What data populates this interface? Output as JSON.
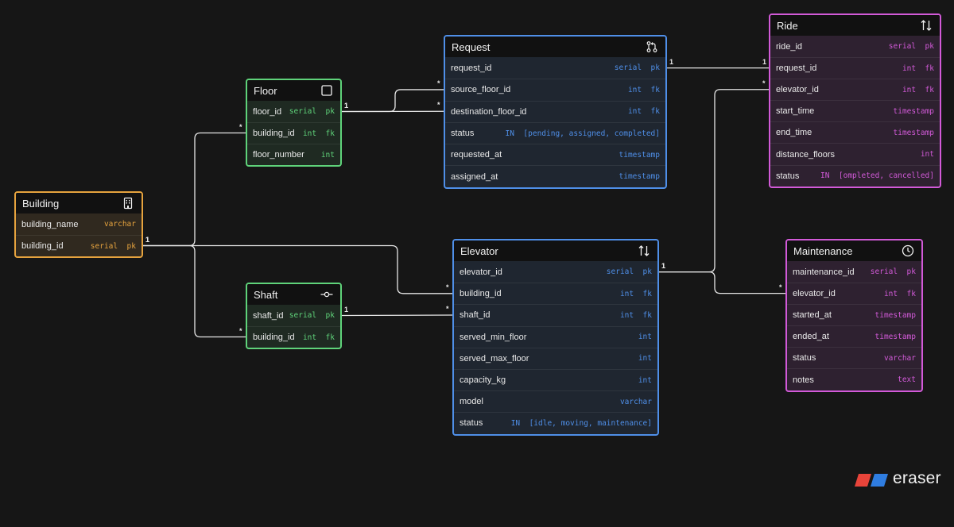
{
  "entities": [
    {
      "id": "building",
      "title": "Building",
      "icon": "building-icon",
      "accent": "#e6a33e",
      "body": "#30291f",
      "columns": [
        {
          "name": "building_name",
          "type": "varchar"
        },
        {
          "name": "building_id",
          "type": "serial  pk"
        }
      ]
    },
    {
      "id": "floor",
      "title": "Floor",
      "icon": "square-icon",
      "accent": "#5fd37a",
      "body": "#1f2a22",
      "columns": [
        {
          "name": "floor_id",
          "type": "serial  pk"
        },
        {
          "name": "building_id",
          "type": "int  fk"
        },
        {
          "name": "floor_number",
          "type": "int"
        }
      ]
    },
    {
      "id": "shaft",
      "title": "Shaft",
      "icon": "commit-icon",
      "accent": "#5fd37a",
      "body": "#1f2a22",
      "columns": [
        {
          "name": "shaft_id",
          "type": "serial  pk"
        },
        {
          "name": "building_id",
          "type": "int  fk"
        }
      ]
    },
    {
      "id": "request",
      "title": "Request",
      "icon": "pull-request-icon",
      "accent": "#4f8fe8",
      "body": "#1f2630",
      "columns": [
        {
          "name": "request_id",
          "type": "serial  pk"
        },
        {
          "name": "source_floor_id",
          "type": "int  fk"
        },
        {
          "name": "destination_floor_id",
          "type": "int  fk"
        },
        {
          "name": "status",
          "type": "IN  [pending, assigned, completed]"
        },
        {
          "name": "requested_at",
          "type": "timestamp"
        },
        {
          "name": "assigned_at",
          "type": "timestamp"
        }
      ]
    },
    {
      "id": "elevator",
      "title": "Elevator",
      "icon": "up-down-arrows-icon",
      "accent": "#4f8fe8",
      "body": "#1f2630",
      "columns": [
        {
          "name": "elevator_id",
          "type": "serial  pk"
        },
        {
          "name": "building_id",
          "type": "int  fk"
        },
        {
          "name": "shaft_id",
          "type": "int  fk"
        },
        {
          "name": "served_min_floor",
          "type": "int"
        },
        {
          "name": "served_max_floor",
          "type": "int"
        },
        {
          "name": "capacity_kg",
          "type": "int"
        },
        {
          "name": "model",
          "type": "varchar"
        },
        {
          "name": "status",
          "type": "IN  [idle, moving, maintenance]"
        }
      ]
    },
    {
      "id": "ride",
      "title": "Ride",
      "icon": "up-down-arrows-icon",
      "accent": "#d25ad8",
      "body": "#2e2130",
      "columns": [
        {
          "name": "ride_id",
          "type": "serial  pk"
        },
        {
          "name": "request_id",
          "type": "int  fk"
        },
        {
          "name": "elevator_id",
          "type": "int  fk"
        },
        {
          "name": "start_time",
          "type": "timestamp"
        },
        {
          "name": "end_time",
          "type": "timestamp"
        },
        {
          "name": "distance_floors",
          "type": "int"
        },
        {
          "name": "status",
          "type": "IN  [ompleted, cancelled]"
        }
      ]
    },
    {
      "id": "maintenance",
      "title": "Maintenance",
      "icon": "clock-icon",
      "accent": "#d25ad8",
      "body": "#2e2130",
      "columns": [
        {
          "name": "maintenance_id",
          "type": "serial  pk"
        },
        {
          "name": "elevator_id",
          "type": "int  fk"
        },
        {
          "name": "started_at",
          "type": "timestamp"
        },
        {
          "name": "ended_at",
          "type": "timestamp"
        },
        {
          "name": "status",
          "type": "varchar"
        },
        {
          "name": "notes",
          "type": "text"
        }
      ]
    }
  ],
  "relations": [
    {
      "from": "floor.building_id",
      "to": "building.building_id",
      "from_card": "*",
      "to_card": "1"
    },
    {
      "from": "shaft.building_id",
      "to": "building.building_id",
      "from_card": "*",
      "to_card": "1"
    },
    {
      "from": "elevator.building_id",
      "to": "building.building_id",
      "from_card": "*",
      "to_card": "1"
    },
    {
      "from": "elevator.shaft_id",
      "to": "shaft.shaft_id",
      "from_card": "*",
      "to_card": "1"
    },
    {
      "from": "request.source_floor_id",
      "to": "floor.floor_id",
      "from_card": "*",
      "to_card": "1"
    },
    {
      "from": "request.destination_floor_id",
      "to": "floor.floor_id",
      "from_card": "*",
      "to_card": "1"
    },
    {
      "from": "ride.request_id",
      "to": "request.request_id",
      "from_card": "1",
      "to_card": "1"
    },
    {
      "from": "ride.elevator_id",
      "to": "elevator.elevator_id",
      "from_card": "*",
      "to_card": "1"
    },
    {
      "from": "maintenance.elevator_id",
      "to": "elevator.elevator_id",
      "from_card": "*",
      "to_card": "1"
    }
  ],
  "brand": {
    "name": "eraser",
    "icon": "eraser-logo"
  }
}
